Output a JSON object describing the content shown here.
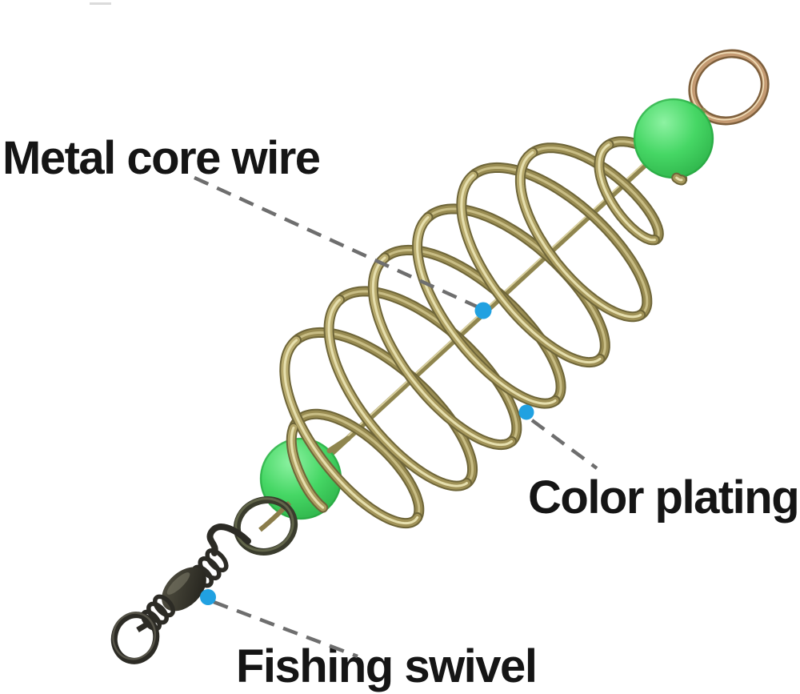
{
  "figure": {
    "type": "annotated-product-diagram",
    "alt": "Spring bait feeder with green stop beads, metal core wire and fishing swivel",
    "background": "#ffffff"
  },
  "annotations": [
    {
      "id": "metal-core-wire",
      "label": "Metal core wire",
      "marker": "dot"
    },
    {
      "id": "color-plating",
      "label": "Color plating",
      "marker": "dot"
    },
    {
      "id": "fishing-swivel",
      "label": "Fishing swivel",
      "marker": "dot"
    }
  ],
  "colors": {
    "label_text": "#151515",
    "leader_line": "#6e6e6e",
    "callout_dot": "#21a1e1",
    "spring_brass": "#a89a5e",
    "bead_green": "#46d765",
    "swivel_metal": "#2c2b25",
    "eyelet_copper": "#c49a72"
  }
}
